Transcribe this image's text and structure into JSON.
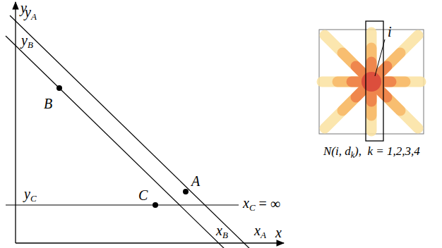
{
  "diagram": {
    "labels": [
      "y",
      "y",
      "A",
      "y",
      "B",
      "B",
      "A",
      "y",
      "C",
      "x",
      "C",
      "= ∞",
      "C",
      "x",
      "B",
      "x",
      "A",
      "x",
      "i",
      "N(i, d",
      "k",
      "),  k = 1,2,3,4"
    ]
  }
}
